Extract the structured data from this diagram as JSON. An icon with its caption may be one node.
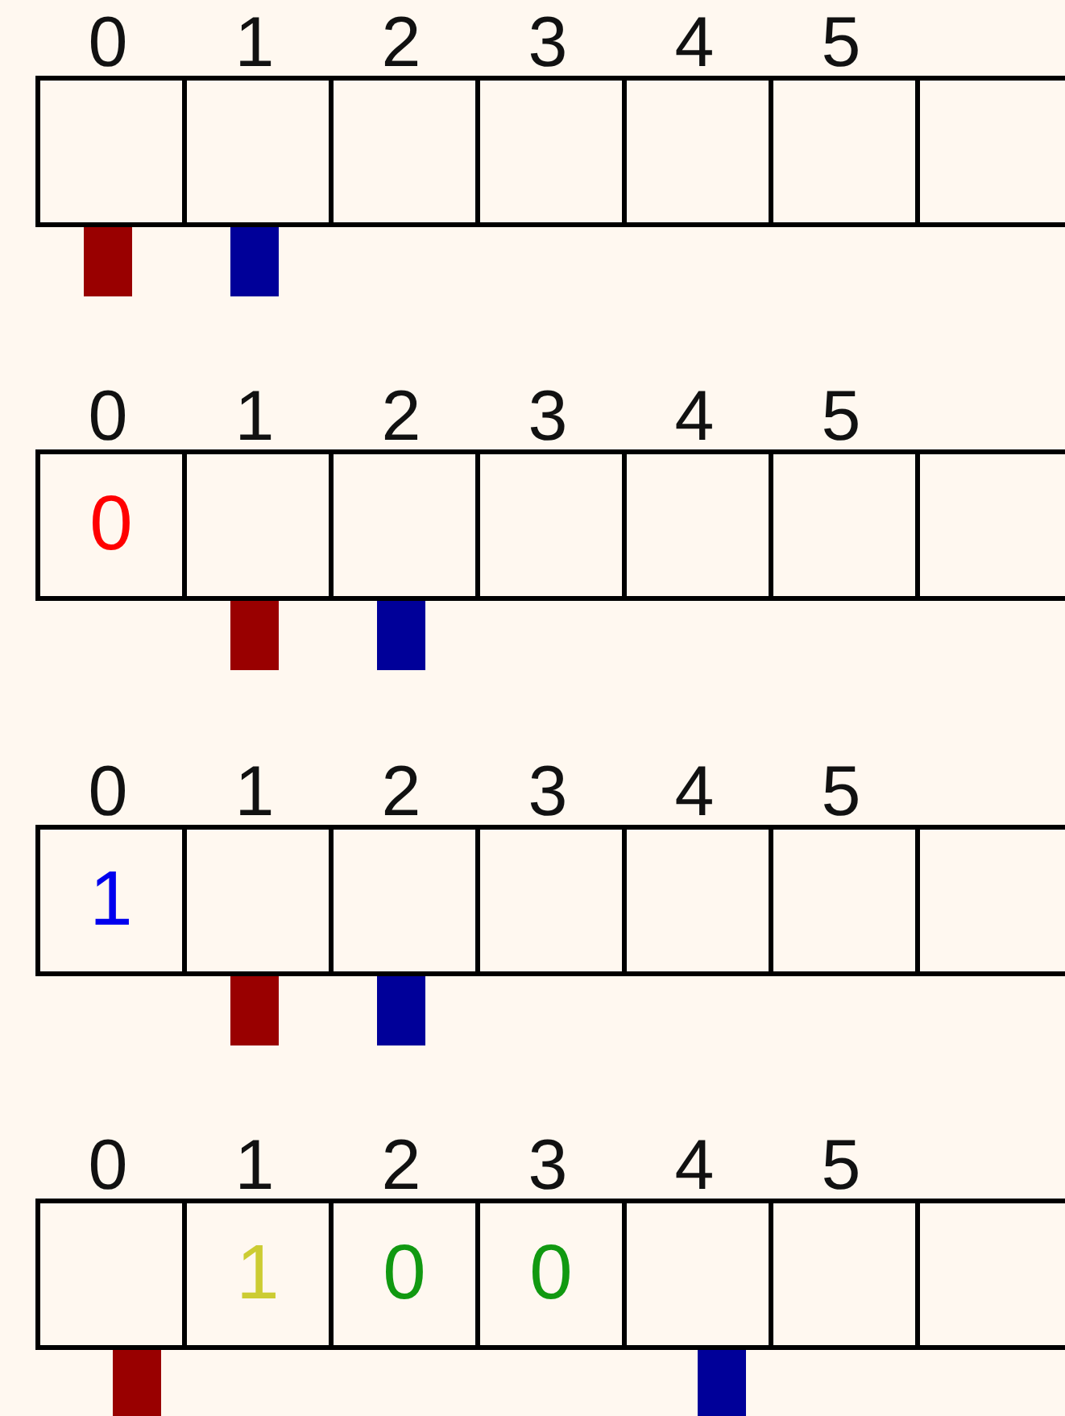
{
  "diagram": {
    "nodes": [
      {
        "text": [],
        "shape": "box"
      },
      {
        "text": [],
        "shape": "box"
      },
      {
        "text": [],
        "shape": "box"
      },
      {
        "text": [],
        "shape": "box"
      },
      {
        "text": [],
        "shape": "box"
      },
      {
        "text": [],
        "shape": "box"
      },
      {
        "text": [],
        "shape": "box"
      },
      {
        "text": [],
        "shape": "bar"
      },
      {
        "text": [],
        "shape": "bar"
      },
      {
        "text": [
          "0"
        ]
      },
      {
        "text": [],
        "shape": "box"
      },
      {
        "text": [],
        "shape": "box"
      },
      {
        "text": [],
        "shape": "box"
      },
      {
        "text": [],
        "shape": "box"
      },
      {
        "text": [],
        "shape": "box"
      },
      {
        "text": [],
        "shape": "box"
      },
      {
        "text": [],
        "shape": "bar"
      },
      {
        "text": [],
        "shape": "bar"
      },
      {
        "text": [
          "1"
        ]
      },
      {
        "text": [],
        "shape": "box"
      },
      {
        "text": [],
        "shape": "box"
      },
      {
        "text": [],
        "shape": "box"
      },
      {
        "text": [],
        "shape": "box"
      },
      {
        "text": [],
        "shape": "box"
      },
      {
        "text": [],
        "shape": "box"
      },
      {
        "text": [],
        "shape": "bar"
      },
      {
        "text": [],
        "shape": "bar"
      },
      {
        "text": [],
        "shape": "box"
      },
      {
        "text": [
          "1"
        ]
      },
      {
        "text": [
          "0"
        ]
      },
      {
        "text": [
          "0"
        ]
      },
      {
        "text": [],
        "shape": "box"
      },
      {
        "text": [],
        "shape": "box"
      },
      {
        "text": [],
        "shape": "box"
      },
      {
        "text": [],
        "shape": "bar"
      },
      {
        "text": [],
        "shape": "bar"
      }
    ],
    "labels": [
      "0",
      "1",
      "2",
      "3",
      "4",
      "5",
      "0",
      "1",
      "2",
      "3",
      "4",
      "5",
      "0",
      "1",
      "2",
      "3",
      "4",
      "5",
      "0",
      "1",
      "2",
      "3",
      "4",
      "5"
    ]
  }
}
